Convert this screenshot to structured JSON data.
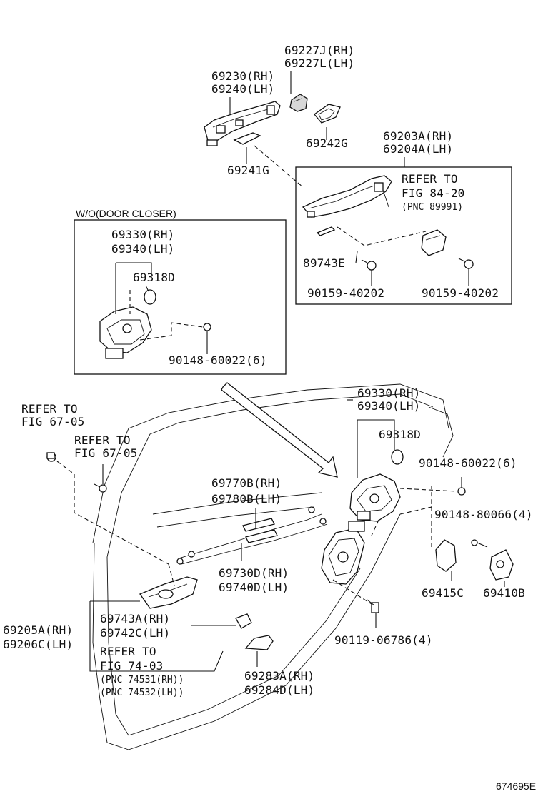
{
  "figure_id": "674695E",
  "inset_title": "W/O(DOOR CLOSER)",
  "labels": {
    "p69227j": "69227J(RH)",
    "p69227l": "69227L(LH)",
    "p69230": "69230(RH)",
    "p69240": "69240(LH)",
    "p69242g": "69242G",
    "p69241g": "69241G",
    "p69203a": "69203A(RH)",
    "p69204a": "69204A(LH)",
    "refer_to_1": "REFER TO",
    "fig_84_20": "FIG 84-20",
    "pnc_89991": "(PNC 89991)",
    "p89743e": "89743E",
    "p90159_a": "90159-40202",
    "p90159_b": "90159-40202",
    "inset_69330": "69330(RH)",
    "inset_69340": "69340(LH)",
    "inset_69318d": "69318D",
    "inset_90148": "90148-60022(6)",
    "refer_to_2": "REFER TO",
    "fig_67_05_a": "FIG 67-05",
    "refer_to_3": "REFER TO",
    "fig_67_05_b": "FIG 67-05",
    "p69330": "69330(RH)",
    "p69340": "69340(LH)",
    "p69318d": "69318D",
    "p90148_60022": "90148-60022(6)",
    "p69770b": "69770B(RH)",
    "p69780b": "69780B(LH)",
    "p90148_80066": "90148-80066(4)",
    "p69730d": "69730D(RH)",
    "p69740d": "69740D(LH)",
    "p69415c": "69415C",
    "p69410b": "69410B",
    "p69743a": "69743A(RH)",
    "p69742c": "69742C(LH)",
    "p69205a": "69205A(RH)",
    "p69206c": "69206C(LH)",
    "refer_to_4": "REFER TO",
    "fig_74_03": "FIG 74-03",
    "pnc_74531": "(PNC 74531(RH))",
    "pnc_74532": "(PNC 74532(LH))",
    "p90119": "90119-06786(4)",
    "p69283a": "69283A(RH)",
    "p69284d": "69284D(LH)"
  }
}
